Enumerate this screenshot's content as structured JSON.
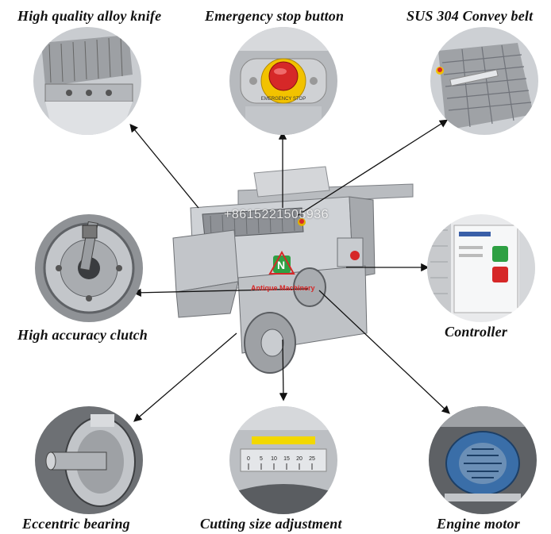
{
  "labels": {
    "knife": "High quality alloy knife",
    "estop": "Emergency stop button",
    "belt": "SUS 304 Convey belt",
    "clutch": "High accuracy clutch",
    "controller": "Controller",
    "bearing": "Eccentric bearing",
    "cutting": "Cutting size adjustment",
    "motor": "Engine motor"
  },
  "watermark": "+8615221505936",
  "brand_text": "Antique Machinery",
  "logo_letter": "N",
  "estop_ring_text": "EMERGENCY STOP",
  "scale_ticks": [
    "0",
    "5",
    "10",
    "15",
    "20",
    "25"
  ]
}
